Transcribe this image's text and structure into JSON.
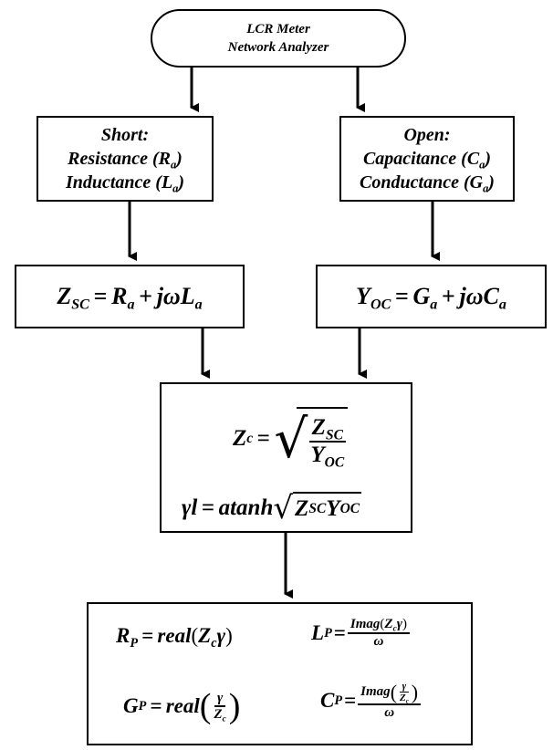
{
  "top": {
    "line1": "LCR Meter",
    "line2": "Network Analyzer"
  },
  "short_box": {
    "title": "Short:",
    "line2_prefix": "Resistance (",
    "line2_var": "R",
    "line2_sub": "a",
    "line2_suffix": ")",
    "line3_prefix": "Inductance (",
    "line3_var": "L",
    "line3_sub": "a",
    "line3_suffix": ")"
  },
  "open_box": {
    "title": "Open:",
    "line2_prefix": "Capacitance (",
    "line2_var": "C",
    "line2_sub": "a",
    "line2_suffix": ")",
    "line3_prefix": "Conductance (",
    "line3_var": "G",
    "line3_sub": "a",
    "line3_suffix": ")"
  },
  "zsc_eq": {
    "lhs": "Z",
    "lhs_sub": "SC",
    "eq": "=",
    "t1": "R",
    "t1_sub": "a",
    "plus": "+",
    "t2": "jωL",
    "t2_sub": "a"
  },
  "yoc_eq": {
    "lhs": "Y",
    "lhs_sub": "OC",
    "eq": "=",
    "t1": "G",
    "t1_sub": "a",
    "plus": "+",
    "t2": "jωC",
    "t2_sub": "a"
  },
  "zc_eq": {
    "lhs": "Z",
    "lhs_sub": "c",
    "eq": "=",
    "num": "Z",
    "num_sub": "SC",
    "den": "Y",
    "den_sub": "OC"
  },
  "gamma_eq": {
    "lhs": "γl",
    "eq": "=",
    "fn": "atanh",
    "a": "Z",
    "a_sub": "SC",
    "b": "Y",
    "b_sub": "OC"
  },
  "rp_eq": {
    "lhs": "R",
    "lhs_sub": "P",
    "eq": "=",
    "fn": "real",
    "arg": "Z",
    "arg_sub": "c",
    "arg2": "γ"
  },
  "lp_eq": {
    "lhs": "L",
    "lhs_sub": "P",
    "eq": "=",
    "num_fn": "Imag",
    "num_arg": "Z",
    "num_arg_sub": "c",
    "num_arg2": "γ",
    "den": "ω"
  },
  "gp_eq": {
    "lhs": "G",
    "lhs_sub": "P",
    "eq": "=",
    "fn": "real",
    "num": "γ",
    "den": "Z",
    "den_sub": "c"
  },
  "cp_eq": {
    "lhs": "C",
    "lhs_sub": "P",
    "eq": "=",
    "num_fn": "Imag",
    "inner_num": "γ",
    "inner_den": "Z",
    "inner_den_sub": "c",
    "den": "ω"
  }
}
